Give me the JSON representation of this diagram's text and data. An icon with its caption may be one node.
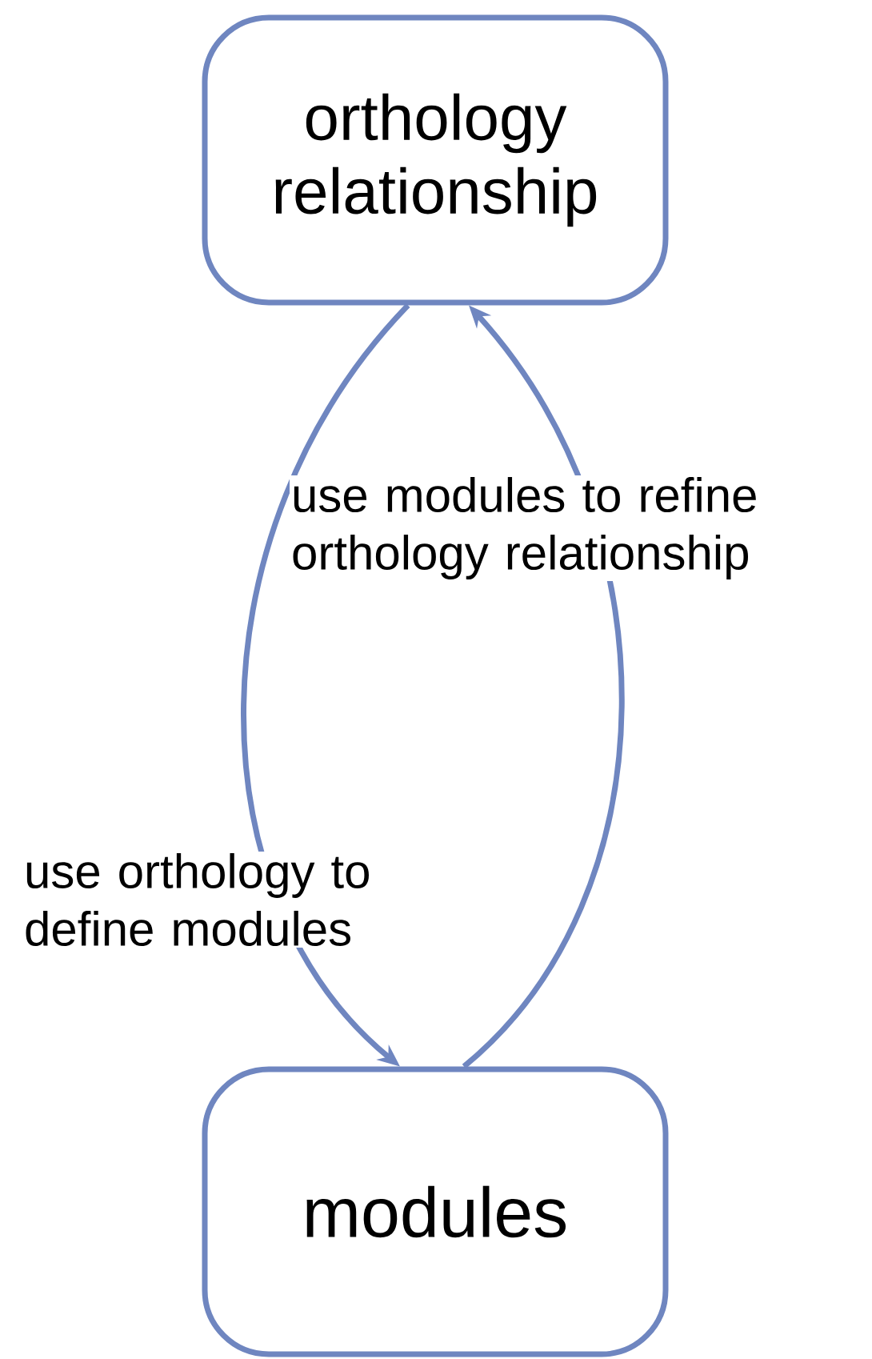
{
  "diagram": {
    "nodes": [
      {
        "text": [
          "orthology relationship"
        ]
      },
      {
        "text": [
          "modules"
        ]
      }
    ],
    "edges": [
      {
        "from": 0,
        "to": 1,
        "arrow": "to",
        "label": "use orthology to define modules"
      },
      {
        "from": 1,
        "to": 0,
        "arrow": "to",
        "label": "use modules to refine orthology relationship"
      }
    ]
  }
}
